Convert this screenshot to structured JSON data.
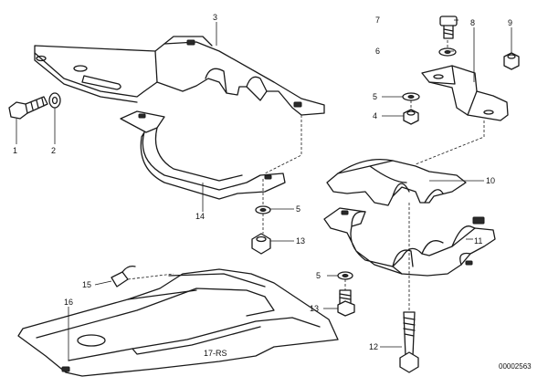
{
  "diagram": {
    "reference_code": "00002563",
    "assembly_label": "17-RS",
    "callouts": {
      "c1": "1",
      "c2": "2",
      "c3": "3",
      "c4": "4",
      "c5a": "5",
      "c5b": "5",
      "c5c": "5",
      "c6": "6",
      "c7": "7",
      "c8": "8",
      "c9": "9",
      "c10": "10",
      "c11": "11",
      "c12": "12",
      "c13a": "13",
      "c13b": "13",
      "c14": "14",
      "c15": "15",
      "c16": "16"
    }
  }
}
